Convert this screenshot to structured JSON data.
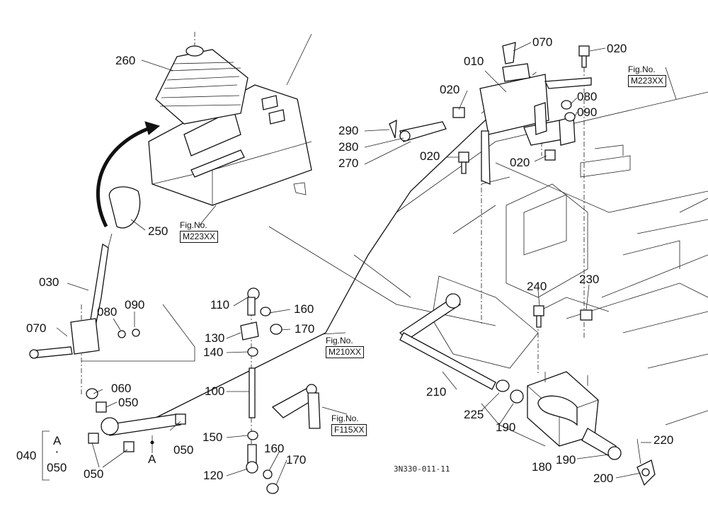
{
  "labels": {
    "p260": "260",
    "p250": "250",
    "p030": "030",
    "p070_left": "070",
    "p080_left": "080",
    "p090_left": "090",
    "p060": "060",
    "p050_a": "050",
    "p050_b": "050",
    "p050_c": "050",
    "p040": "040",
    "p050_d": "050",
    "letter_a_top": "A",
    "letter_a_mid": "A",
    "p110": "110",
    "p160_top": "160",
    "p130": "130",
    "p170_top": "170",
    "p140": "140",
    "p100": "100",
    "p150": "150",
    "p120": "120",
    "p160_bot": "160",
    "p170_bot": "170",
    "p070_top": "070",
    "p020_top": "020",
    "p010": "010",
    "p020_mid": "020",
    "p080_right": "080",
    "p090_right": "090",
    "p290": "290",
    "p280": "280",
    "p270": "270",
    "p020_lower": "020",
    "p020_right": "020",
    "p240": "240",
    "p230": "230",
    "p210": "210",
    "p225": "225",
    "p190_a": "190",
    "p190_b": "190",
    "p180": "180",
    "p220": "220",
    "p200": "200"
  },
  "fig_refs": {
    "ref1": {
      "title": "Fig.No.",
      "code": "M223XX"
    },
    "ref2": {
      "title": "Fig.No.",
      "code": "M223XX"
    },
    "ref3": {
      "title": "Fig.No.",
      "code": "M210XX"
    },
    "ref4": {
      "title": "Fig.No.",
      "code": "F115XX"
    }
  },
  "drawing_code": "3N330-011-11"
}
